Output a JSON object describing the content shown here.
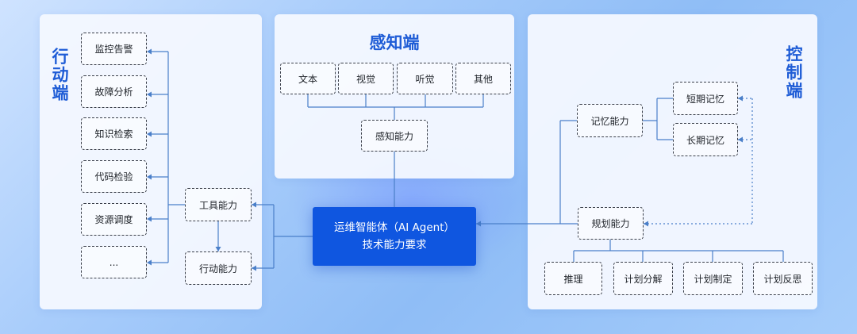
{
  "action_side": {
    "title": "行动端",
    "tools": [
      "监控告警",
      "故障分析",
      "知识检索",
      "代码检验",
      "资源调度",
      "..."
    ],
    "tool_ability": "工具能力",
    "action_ability": "行动能力"
  },
  "perception_side": {
    "title": "感知端",
    "inputs": [
      "文本",
      "视觉",
      "听觉",
      "其他"
    ],
    "ability": "感知能力"
  },
  "control_side": {
    "title": "控制端",
    "memory_ability": "记忆能力",
    "short_term_memory": "短期记忆",
    "long_term_memory": "长期记忆",
    "planning_ability": "规划能力",
    "planning_items": [
      "推理",
      "计划分解",
      "计划制定",
      "计划反思"
    ]
  },
  "core": {
    "line1": "运维智能体（AI Agent）",
    "line2": "技术能力要求"
  },
  "colors": {
    "accent": "#1e5cd6",
    "core_fill": "#0f56e0",
    "connector": "#4a7fc9"
  }
}
